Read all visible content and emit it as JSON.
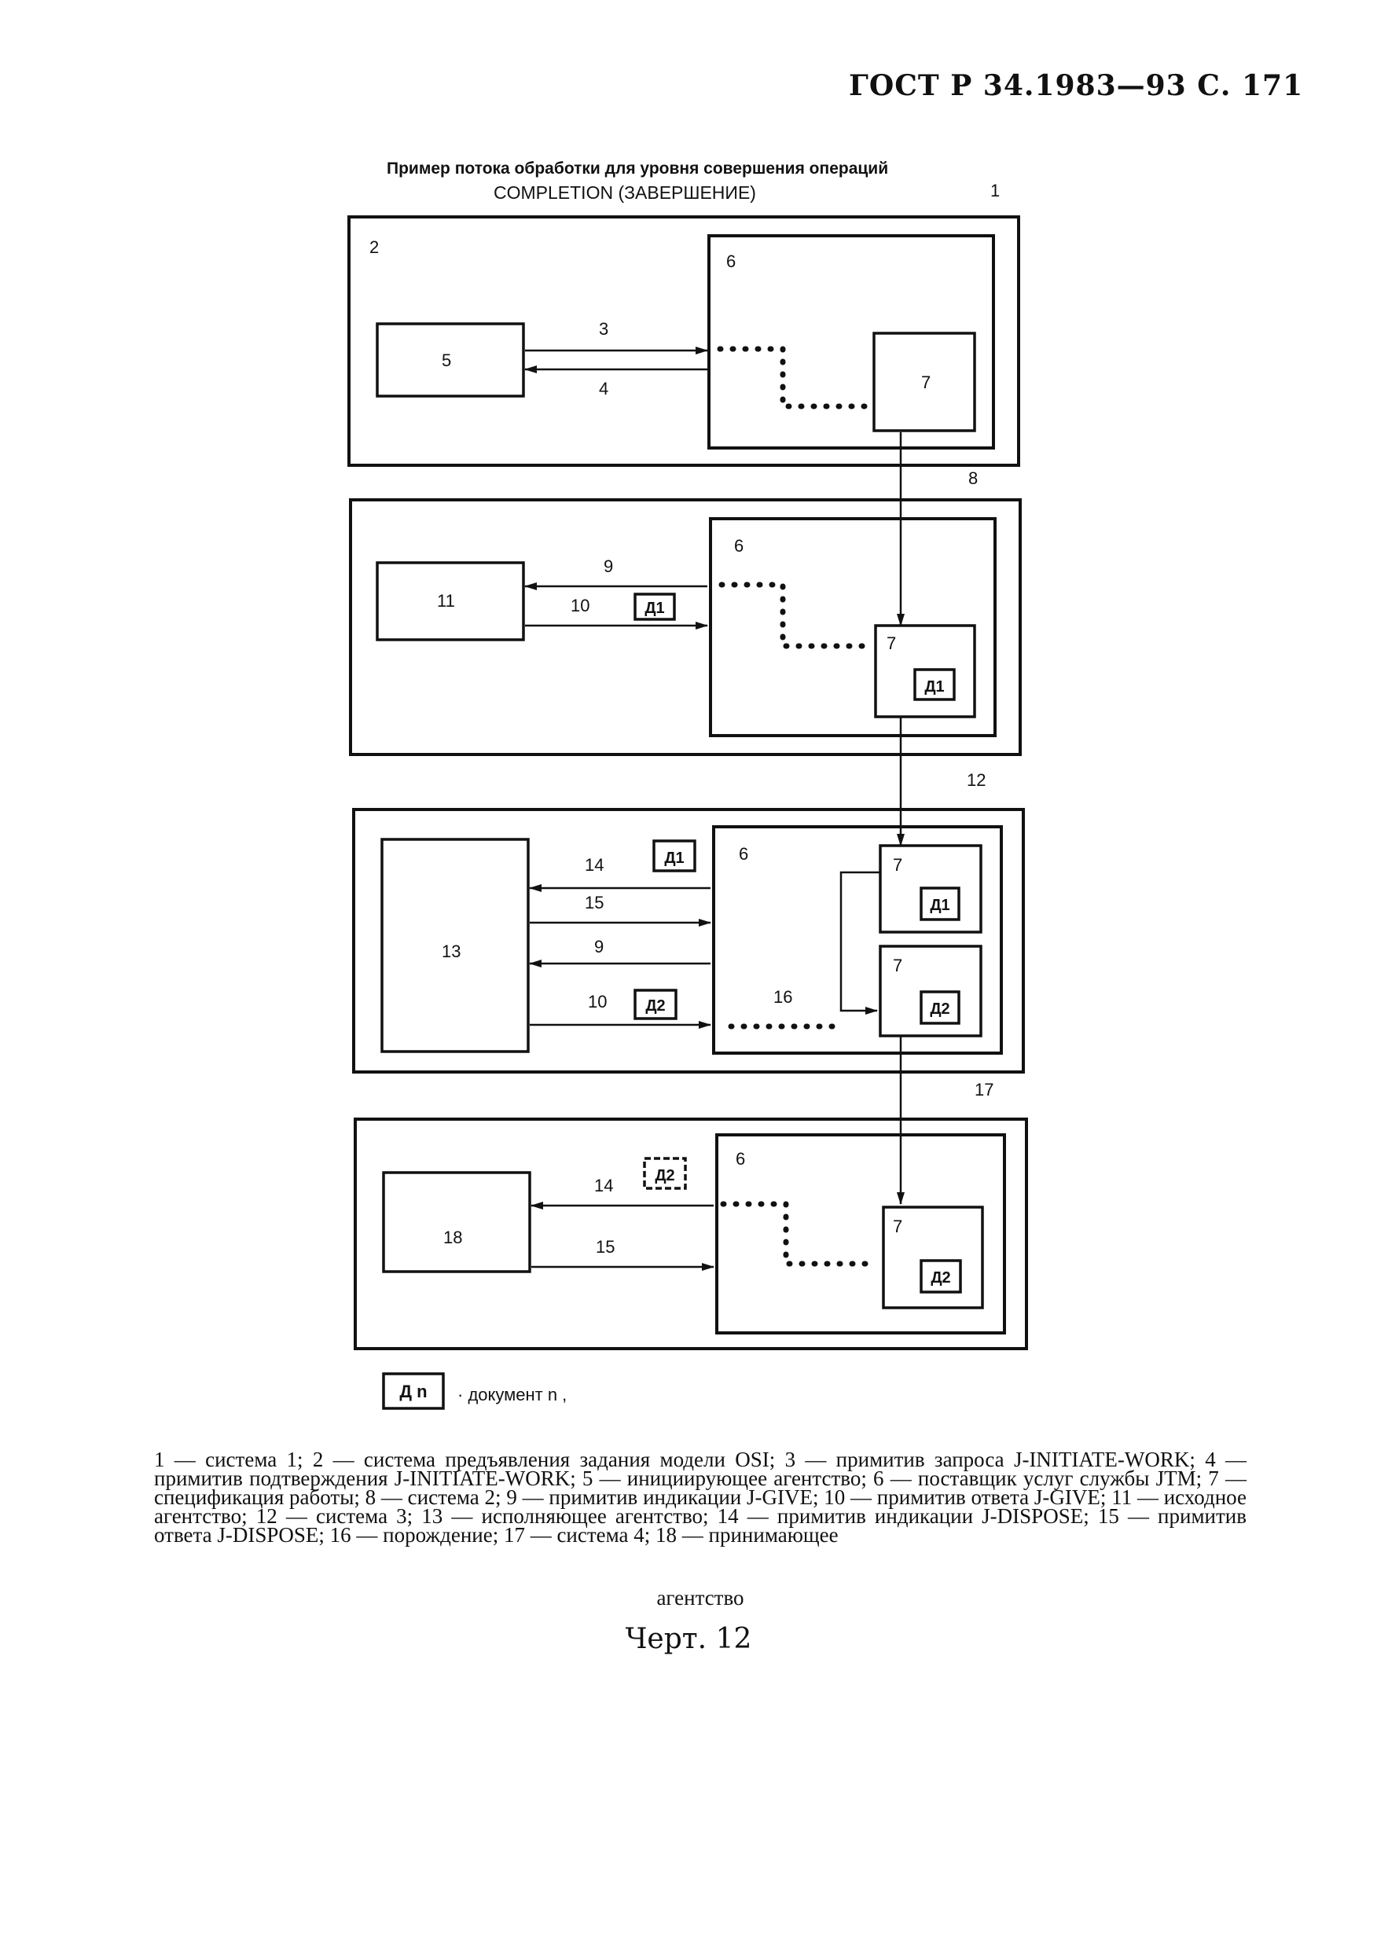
{
  "header": "ГОСТ Р 34.1983—93 С. 171",
  "title": {
    "line1": "Пример потока обработки для уровня совершения операций",
    "line2": "COMPLETION (ЗАВЕРШЕНИЕ)"
  },
  "diagram": {
    "label_1": "1",
    "label_2": "2",
    "label_3": "3",
    "label_4": "4",
    "label_5": "5",
    "label_6": "6",
    "label_7": "7",
    "label_8": "8",
    "label_9": "9",
    "label_10": "10",
    "label_11": "11",
    "label_12": "12",
    "label_13": "13",
    "label_14": "14",
    "label_15": "15",
    "label_16": "16",
    "label_17": "17",
    "label_18": "18",
    "doc_1": "Д1",
    "doc_2": "Д2"
  },
  "doc_legend": {
    "box": "Д n",
    "text": "· документ n ,"
  },
  "legend": {
    "body": "1 — система 1; 2 — система предъявления задания модели OSI; 3 — примитив запроса J-INITIATE-WORK; 4 — примитив подтверждения J-INITIATE-WORK; 5 — инициирующее агентство; 6 — поставщик услуг службы JTM; 7 — спецификация работы; 8 — система 2; 9 — примитив индикации J-GIVE; 10 — примитив ответа J-GIVE; 11 — исходное агентство; 12 — система 3; 13 — исполняющее агентство; 14 — примитив индикации J-DISPOSE; 15 — примитив ответа J-DISPOSE; 16 — порождение; 17 — система 4; 18 — принимающее",
    "last": "агентство"
  },
  "figure": "Черт. 12"
}
